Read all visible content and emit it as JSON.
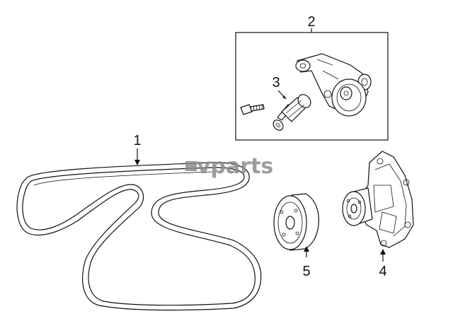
{
  "callouts": {
    "belt": "1",
    "tensioner_group": "2",
    "damper": "3",
    "water_pump": "4",
    "idler_pulley": "5"
  },
  "watermark": {
    "text": "vparts"
  }
}
